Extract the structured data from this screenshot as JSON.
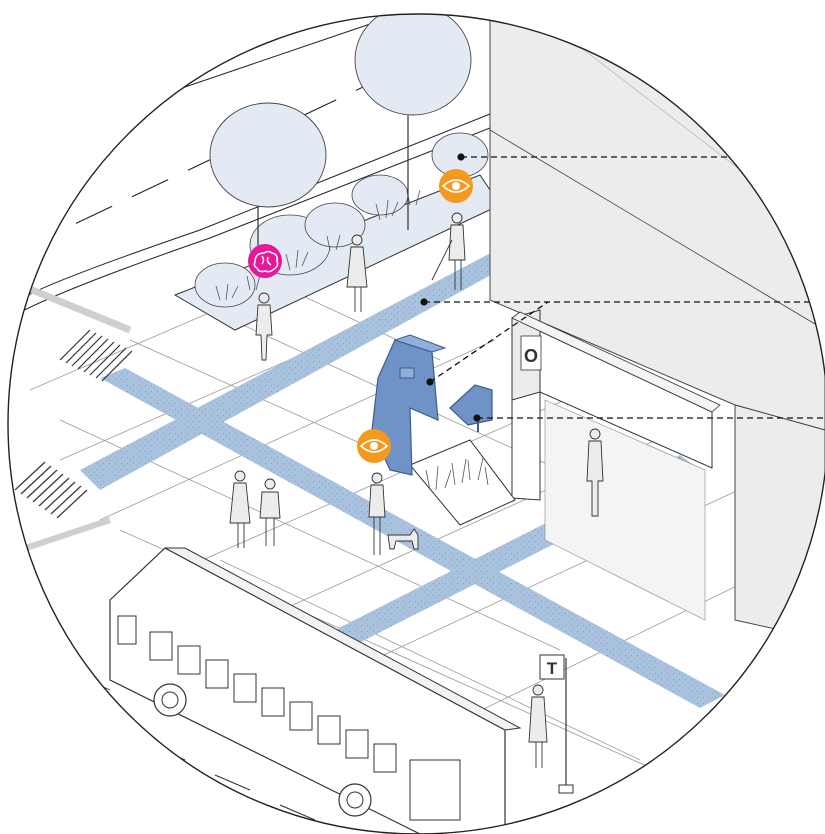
{
  "scene": {
    "colors": {
      "outline": "#222222",
      "tactile_path": "#a9c3df",
      "tactile_speck": "#7f9fc4",
      "tree_fill": "#e3eaf4",
      "building_fill": "#ececec",
      "pedestrian_fill": "#ececec",
      "kiosk_fill": "#6f93c7",
      "kiosk_stroke": "#3d5c8a",
      "badge_cognitive": "#e5199a",
      "badge_vision": "#f39a1e",
      "leader_line": "#111111"
    },
    "badges": [
      {
        "name": "cognitive-badge",
        "icon": "brain-icon",
        "color": "#e5199a"
      },
      {
        "name": "vision-badge-upper",
        "icon": "eye-icon",
        "color": "#f39a1e"
      },
      {
        "name": "vision-badge-lower",
        "icon": "eye-icon",
        "color": "#f39a1e"
      }
    ],
    "callouts": [
      {
        "name": "callout-planting-buffer"
      },
      {
        "name": "callout-tactile-path"
      },
      {
        "name": "callout-wayfinding-kiosk"
      },
      {
        "name": "callout-bench"
      }
    ],
    "signs": {
      "station_sign": "O",
      "transit_sign": "T"
    }
  }
}
